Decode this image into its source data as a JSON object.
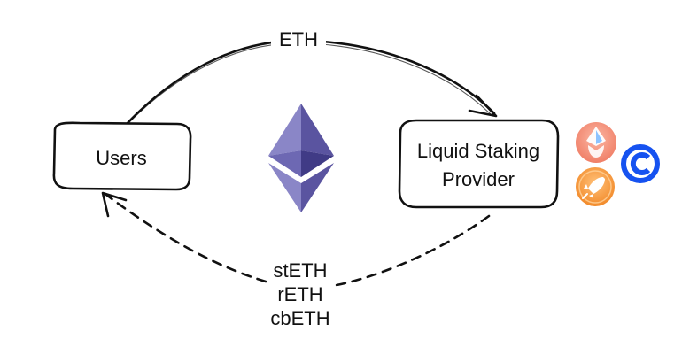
{
  "nodes": {
    "users": {
      "label": "Users"
    },
    "provider": {
      "line1": "Liquid Staking",
      "line2": "Provider"
    }
  },
  "edges": {
    "top": {
      "label": "ETH"
    },
    "bottom": {
      "labels": [
        "stETH",
        "rETH",
        "cbETH"
      ]
    }
  },
  "icons": {
    "center": "ethereum-logo-icon",
    "lido": "lido-logo-icon",
    "rocket_pool": "rocket-pool-logo-icon",
    "coinbase": "coinbase-logo-icon"
  },
  "colors": {
    "ink": "#111111",
    "ethereum": "#5a54a0",
    "lido": "#f4957f",
    "rocket_pool": "#f7a14a",
    "coinbase": "#1652f0"
  }
}
